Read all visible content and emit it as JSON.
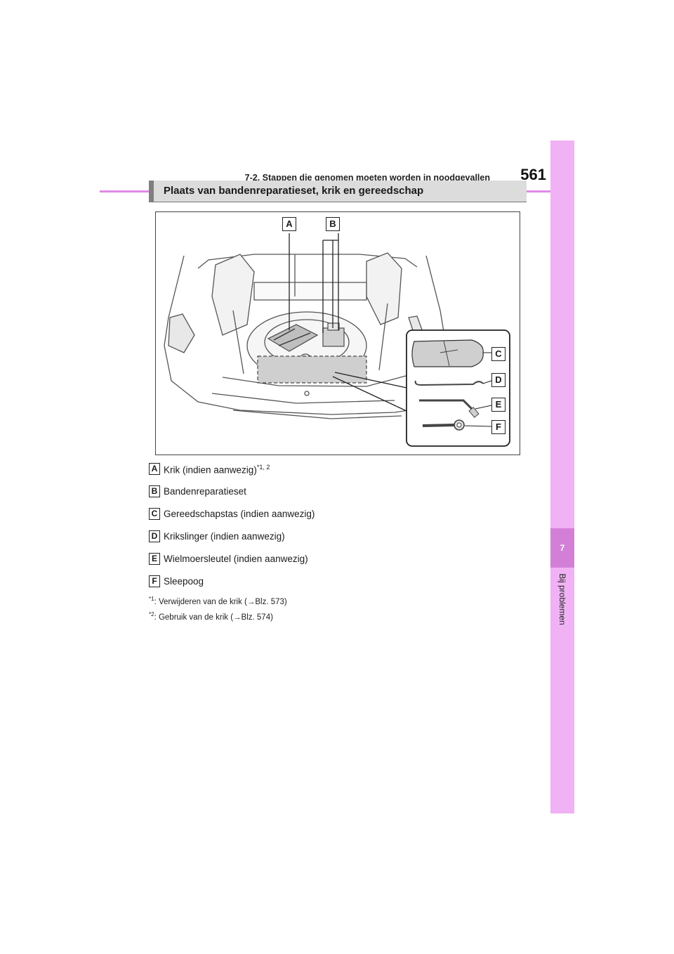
{
  "header": {
    "section_title": "7-2. Stappen die genomen moeten worden in noodgevallen",
    "page_number": "561"
  },
  "side_tab": {
    "chapter_number": "7",
    "chapter_label": "Bij problemen"
  },
  "section": {
    "heading": "Plaats van bandenreparatieset, krik en gereedschap"
  },
  "figure": {
    "callouts": [
      "A",
      "B",
      "C",
      "D",
      "E",
      "F"
    ]
  },
  "legend": [
    {
      "letter": "A",
      "text": "Krik (indien aanwezig)",
      "sup": "*1, 2"
    },
    {
      "letter": "B",
      "text": "Bandenreparatieset",
      "sup": ""
    },
    {
      "letter": "C",
      "text": "Gereedschapstas (indien aanwezig)",
      "sup": ""
    },
    {
      "letter": "D",
      "text": "Krikslinger (indien aanwezig)",
      "sup": ""
    },
    {
      "letter": "E",
      "text": "Wielmoersleutel (indien aanwezig)",
      "sup": ""
    },
    {
      "letter": "F",
      "text": "Sleepoog",
      "sup": ""
    }
  ],
  "footnotes": [
    {
      "mark": "*1",
      "prefix": ": Verwijderen van de krik (",
      "arrow": "→",
      "ref": "Blz. 573)"
    },
    {
      "mark": "*2",
      "prefix": ": Gebruik van de krik (",
      "arrow": "→",
      "ref": "Blz. 574)"
    }
  ]
}
